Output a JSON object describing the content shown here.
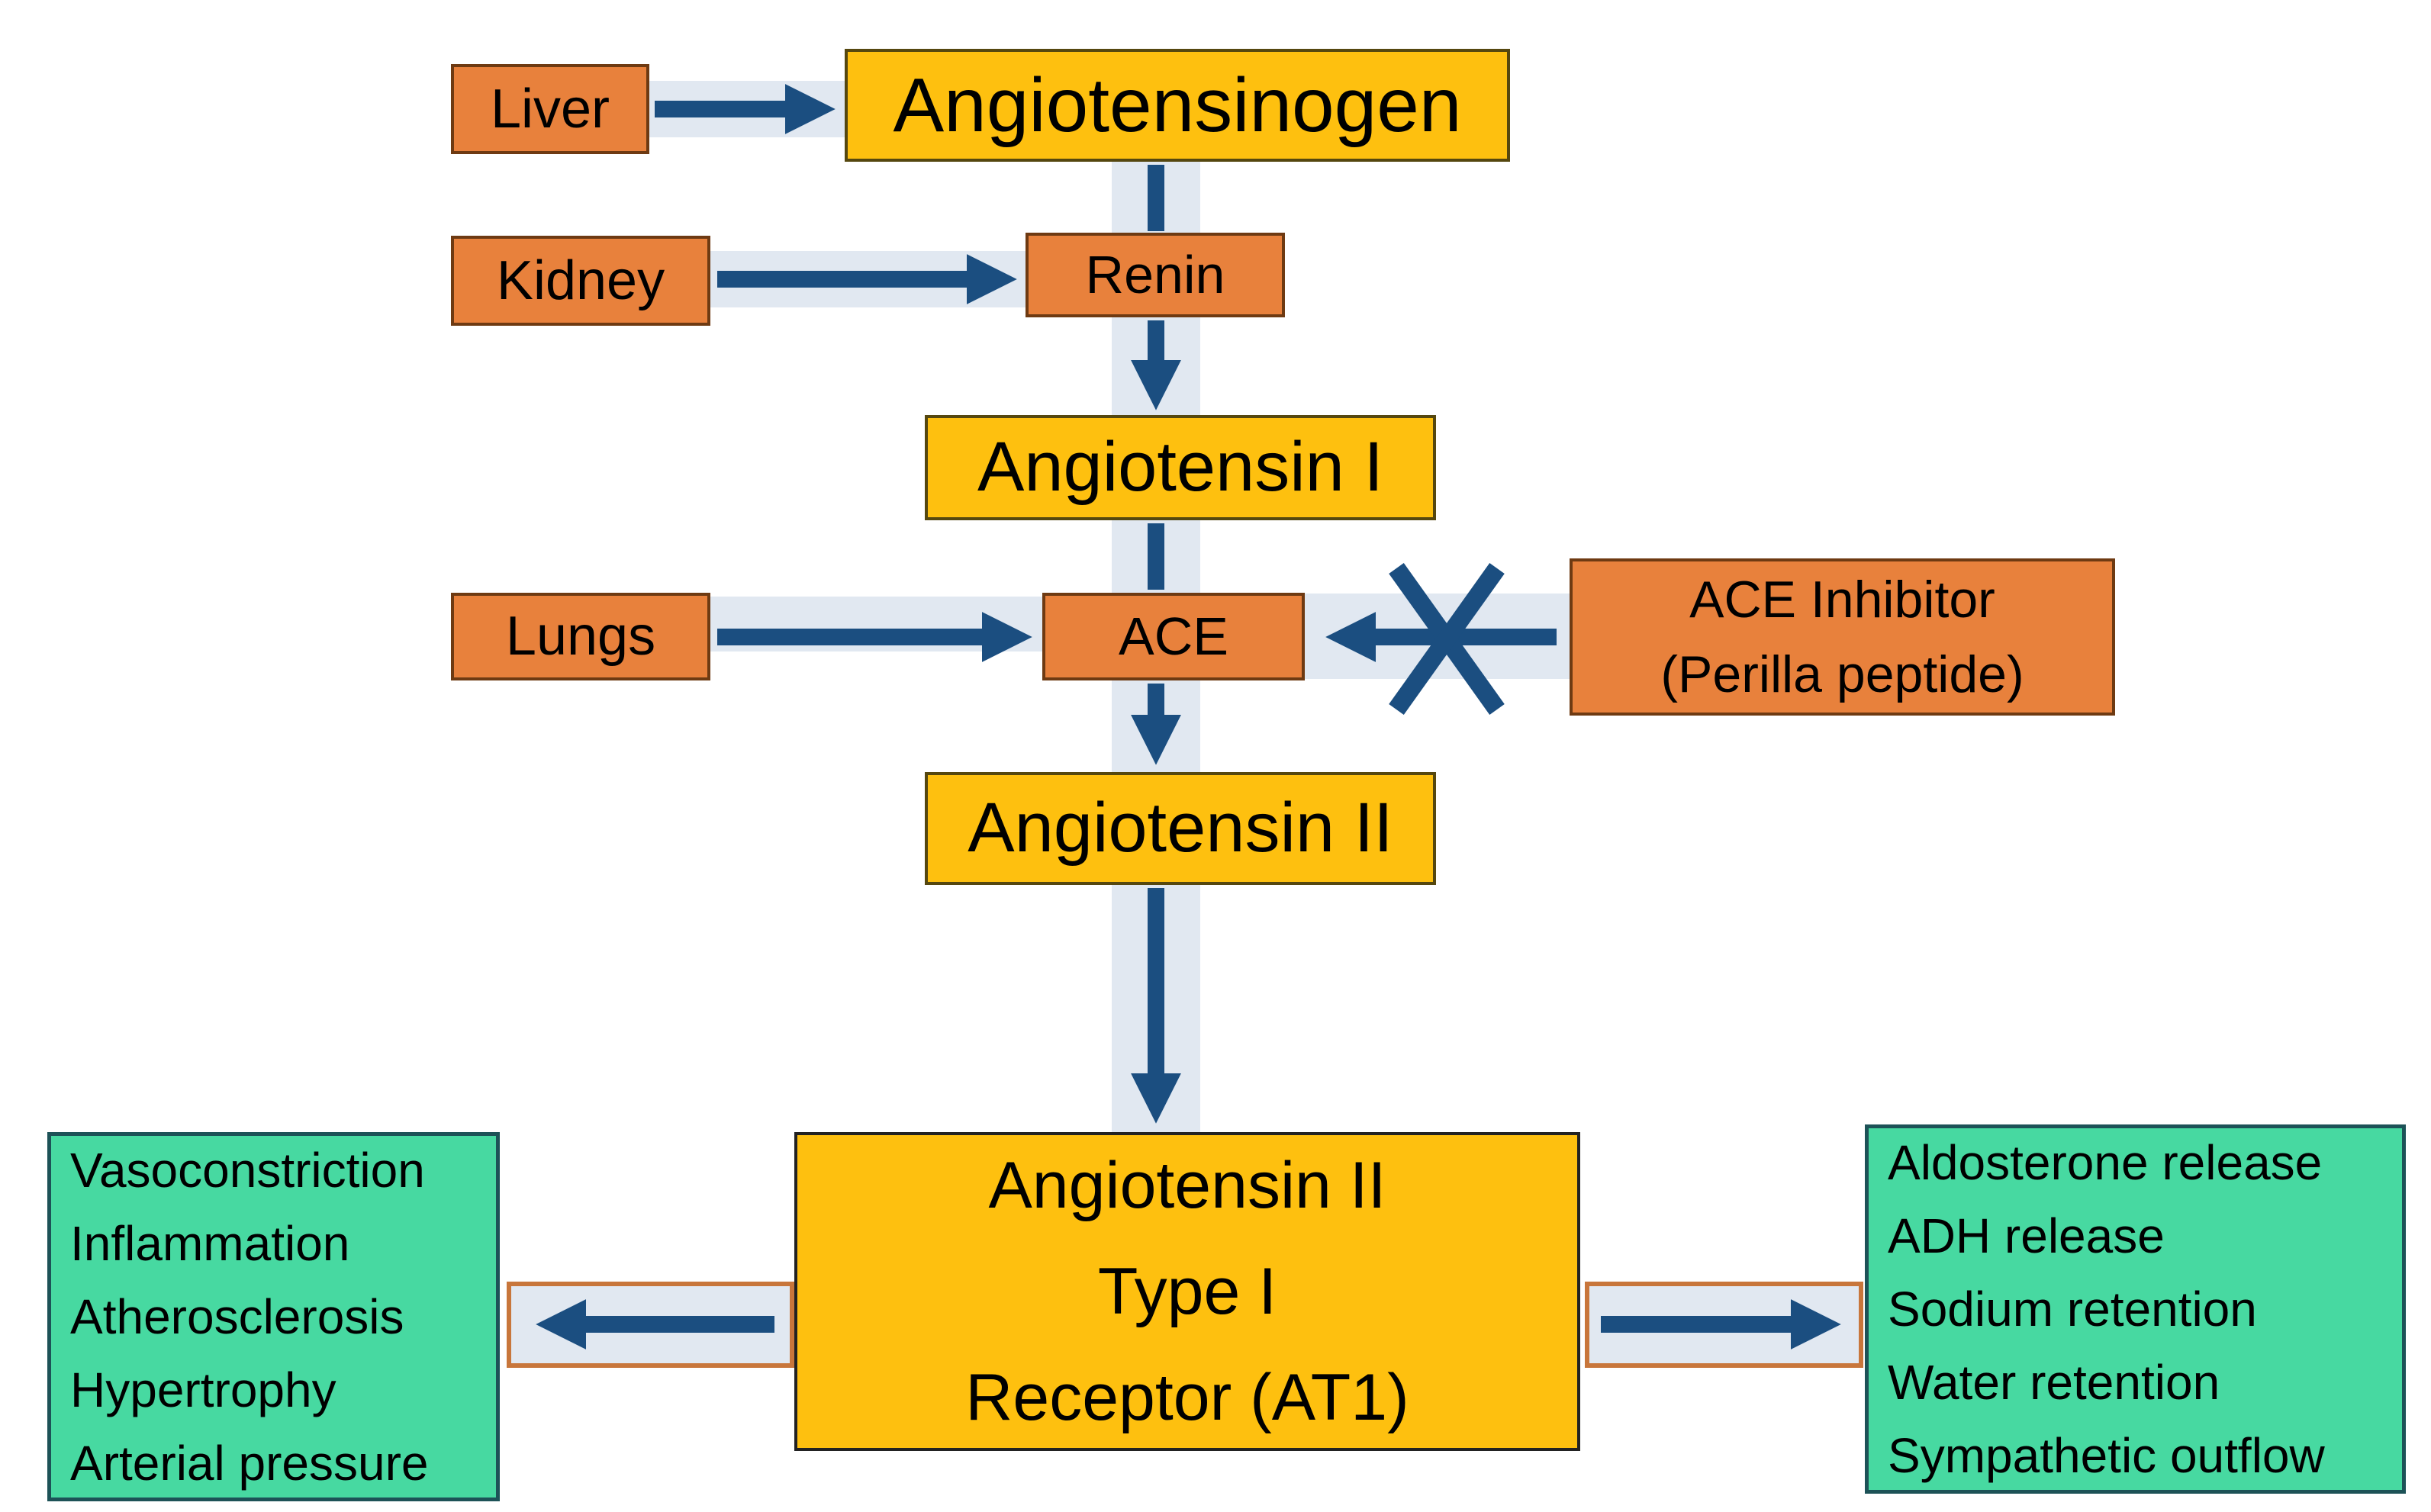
{
  "diagram": {
    "nodes": {
      "liver": "Liver",
      "angiotensinogen": "Angiotensinogen",
      "kidney": "Kidney",
      "renin": "Renin",
      "angiotensin1": "Angiotensin I",
      "lungs": "Lungs",
      "ace": "ACE",
      "ace_inhibitor_line1": "ACE Inhibitor",
      "ace_inhibitor_line2": "(Perilla peptide)",
      "angiotensin2": "Angiotensin II",
      "at1_line1": "Angiotensin II",
      "at1_line2": "Type I",
      "at1_line3": "Receptor (AT1)"
    },
    "effects_left": [
      "Vasoconstriction",
      "Inflammation",
      "Atherosclerosis",
      "Hypertrophy",
      "Arterial pressure"
    ],
    "effects_right": [
      "Aldosterone release",
      "ADH release",
      "Sodium retention",
      "Water retention",
      "Sympathetic outflow"
    ],
    "colors": {
      "organ_box_orange": "#E8813C",
      "substrate_box_yellow": "#FEC00F",
      "effects_box_green": "#47D9A1",
      "arrow_blue": "#1B4E80",
      "arrow_halo_band": "#E1E8F1",
      "arrow_box_border_orange": "#C8763B",
      "background": "#FFFFFF"
    }
  }
}
